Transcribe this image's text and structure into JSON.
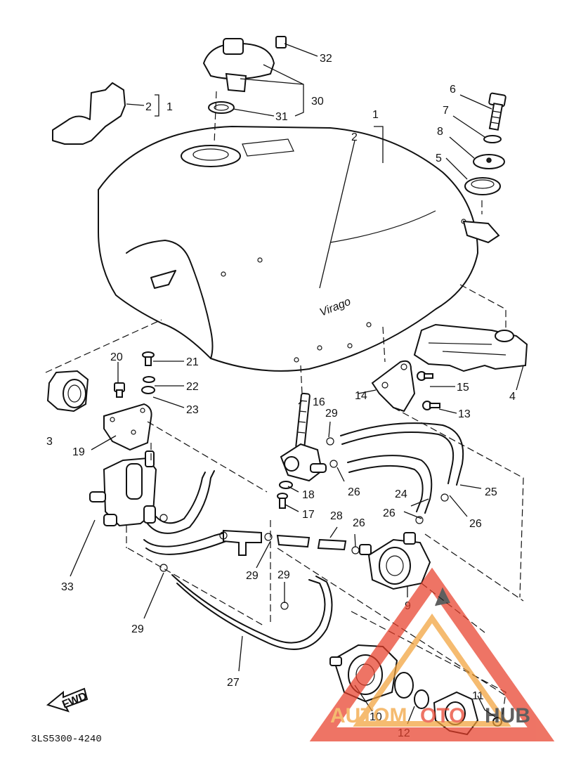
{
  "diagram": {
    "drawing_code": "3LS5300-4240",
    "tank_badge": "Virago",
    "fwd_arrow_label": "FWD",
    "callouts": {
      "c1_left": "1",
      "c2_left": "2",
      "c1_top": "1",
      "c2_top": "2",
      "c3": "3",
      "c4": "4",
      "c5": "5",
      "c6": "6",
      "c7": "7",
      "c8": "8",
      "c9": "9",
      "c10": "10",
      "c11": "11",
      "c12": "12",
      "c13": "13",
      "c14": "14",
      "c15": "15",
      "c16": "16",
      "c17": "17",
      "c18": "18",
      "c19": "19",
      "c20": "20",
      "c21": "21",
      "c22": "22",
      "c23": "23",
      "c24": "24",
      "c25": "25",
      "c26_a": "26",
      "c26_b": "26",
      "c26_c": "26",
      "c26_d": "26",
      "c27": "27",
      "c28": "28",
      "c29_a": "29",
      "c29_b": "29",
      "c29_c": "29",
      "c29_d": "29",
      "c30": "30",
      "c31": "31",
      "c32": "32",
      "c33": "33"
    }
  },
  "watermark": {
    "brand_left": "AUTOM",
    "brand_mid": "OTO",
    "brand_right": "HUB",
    "colors": {
      "primary": "#e8402a",
      "secondary": "#f2a13a",
      "dark": "#222222"
    }
  }
}
